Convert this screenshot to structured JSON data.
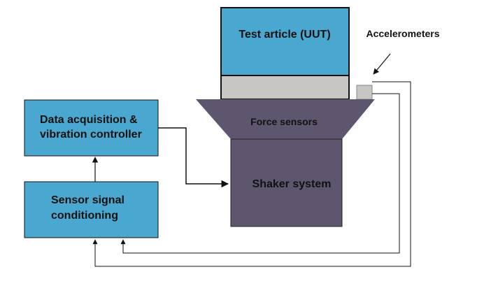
{
  "diagram": {
    "test_article": {
      "label": "Test article (UUT)"
    },
    "accelerometers": {
      "label": "Accelerometers"
    },
    "force_sensors": {
      "label": "Force sensors"
    },
    "shaker": {
      "label": "Shaker system"
    },
    "daq": {
      "line1": "Data acquisition &",
      "line2": "vibration controller"
    },
    "conditioning": {
      "line1": "Sensor signal",
      "line2": "conditioning"
    }
  },
  "colors": {
    "block_blue": "#4aa8d0",
    "fixture_gray": "#c8c6c4",
    "shaker_purple": "#5e566e",
    "line": "#111111"
  }
}
